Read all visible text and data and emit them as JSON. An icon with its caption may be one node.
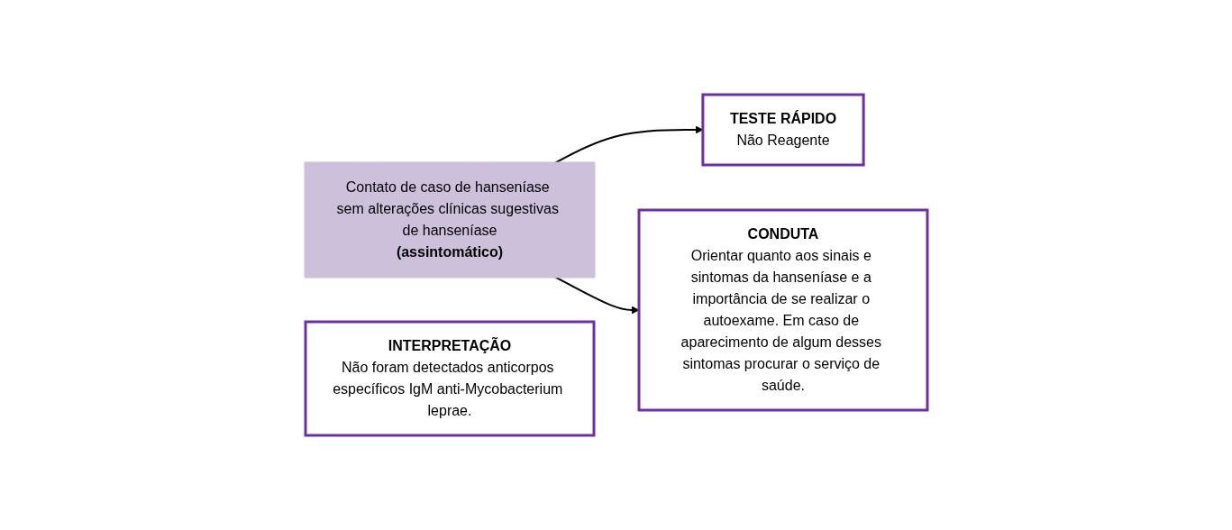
{
  "diagram": {
    "nodes": [
      {
        "text": [
          "TESTE RÁPIDO",
          "Não Reagente"
        ]
      },
      {
        "text": [
          "Contato de caso de hanseníase sem alterações clínicas sugestivas de hanseníase",
          "(assintomático)"
        ]
      },
      {
        "text": [
          "CONDUTA",
          "Orientar quanto aos sinais e sintomas da hanseníase e a importância de se realizar o autoexame. Em caso de aparecimento de algum desses sintomas procurar o serviço de saúde."
        ]
      },
      {
        "text": [
          "INTERPRETAÇÃO",
          "Não foram detectados anticorpos específicos IgM anti-Mycobacterium leprae."
        ]
      }
    ],
    "edges": [
      {
        "from": 1,
        "to": 0,
        "arrow": "to"
      },
      {
        "from": 1,
        "to": 2,
        "arrow": "to"
      }
    ]
  }
}
